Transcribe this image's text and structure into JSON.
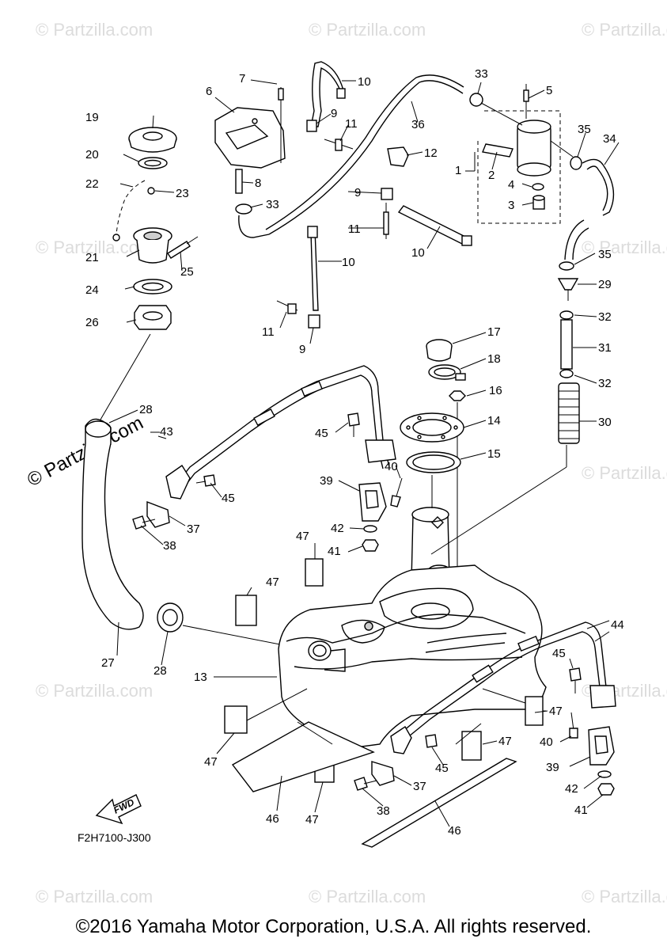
{
  "watermark": {
    "text": "© Partzilla.com",
    "big_text": "© Partzilla.com"
  },
  "callouts": [
    "1",
    "2",
    "3",
    "4",
    "5",
    "6",
    "7",
    "8",
    "9",
    "9",
    "9",
    "10",
    "10",
    "10",
    "11",
    "11",
    "11",
    "12",
    "13",
    "14",
    "15",
    "16",
    "17",
    "18",
    "19",
    "20",
    "21",
    "22",
    "23",
    "24",
    "25",
    "26",
    "27",
    "28",
    "28",
    "29",
    "30",
    "31",
    "32",
    "32",
    "33",
    "33",
    "34",
    "35",
    "35",
    "36",
    "37",
    "37",
    "38",
    "38",
    "39",
    "39",
    "40",
    "40",
    "41",
    "41",
    "42",
    "42",
    "43",
    "44",
    "45",
    "45",
    "45",
    "45",
    "46",
    "46",
    "47",
    "47",
    "47",
    "47",
    "47",
    "47",
    "47"
  ],
  "fwd_arrow": {
    "label": "FWD"
  },
  "reference_code": "F2H7100-J300",
  "copyright": "©2016 Yamaha Motor Corporation, U.S.A. All rights reserved."
}
